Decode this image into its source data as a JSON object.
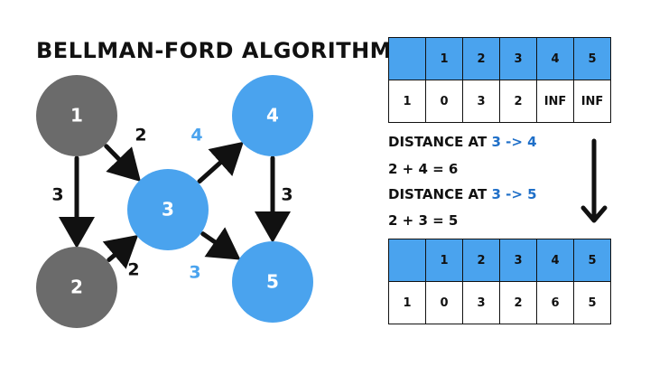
{
  "title": "BELLMAN-FORD ALGORITHM",
  "graph": {
    "nodes": [
      {
        "id": "1",
        "label": "1",
        "color": "#6b6b6b"
      },
      {
        "id": "2",
        "label": "2",
        "color": "#6b6b6b"
      },
      {
        "id": "3",
        "label": "3",
        "color": "#4aa3ee"
      },
      {
        "id": "4",
        "label": "4",
        "color": "#4aa3ee"
      },
      {
        "id": "5",
        "label": "5",
        "color": "#4aa3ee"
      }
    ],
    "edges": [
      {
        "from": "1",
        "to": "2",
        "weight": "3",
        "weight_color": "#111111"
      },
      {
        "from": "1",
        "to": "3",
        "weight": "2",
        "weight_color": "#111111"
      },
      {
        "from": "2",
        "to": "3",
        "weight": "2",
        "weight_color": "#111111"
      },
      {
        "from": "3",
        "to": "4",
        "weight": "4",
        "weight_color": "#4aa3ee"
      },
      {
        "from": "3",
        "to": "5",
        "weight": "3",
        "weight_color": "#4aa3ee"
      },
      {
        "from": "4",
        "to": "5",
        "weight": "3",
        "weight_color": "#111111"
      }
    ]
  },
  "table_before": {
    "header": [
      "",
      "1",
      "2",
      "3",
      "4",
      "5"
    ],
    "row": [
      "1",
      "0",
      "3",
      "2",
      "INF",
      "INF"
    ]
  },
  "calc": {
    "line1_prefix": "DISTANCE AT ",
    "line1_from": "3",
    "line1_arrow": " -> ",
    "line1_to": "4",
    "line2": "2 + 4 = 6",
    "line3_prefix": "DISTANCE AT ",
    "line3_from": "3",
    "line3_arrow": " -> ",
    "line3_to": "5",
    "line4": "2 + 3 = 5"
  },
  "table_after": {
    "header": [
      "",
      "1",
      "2",
      "3",
      "4",
      "5"
    ],
    "row": [
      "1",
      "0",
      "3",
      "2",
      "6",
      "5"
    ]
  },
  "colors": {
    "accent_blue": "#4aa3ee",
    "highlight_blue": "#1f6fc8",
    "node_gray": "#6b6b6b"
  }
}
